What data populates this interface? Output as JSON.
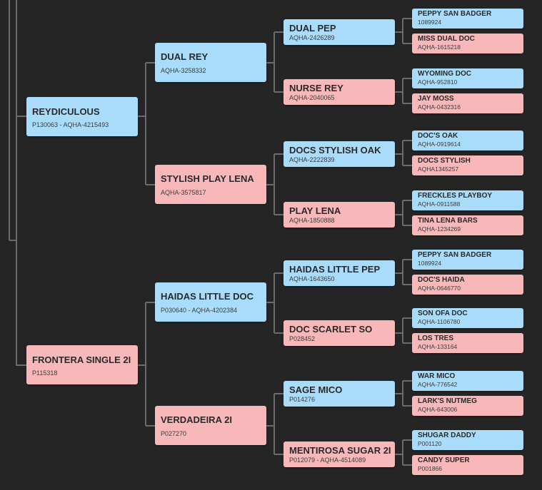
{
  "pedigree": {
    "sire": {
      "name": "REYDICULOUS",
      "reg": "P130063 - AQHA-4215493"
    },
    "dam": {
      "name": "FRONTERA SINGLE 2I",
      "reg": "P115318"
    },
    "sire_sire": {
      "name": "DUAL REY",
      "reg": "AQHA-3258332"
    },
    "sire_dam": {
      "name": "STYLISH PLAY LENA",
      "reg": "AQHA-3575817"
    },
    "dam_sire": {
      "name": "HAIDAS LITTLE DOC",
      "reg": "P030640 - AQHA-4202384"
    },
    "dam_dam": {
      "name": "VERDADEIRA 2I",
      "reg": "P027270"
    },
    "g3": [
      {
        "name": "DUAL PEP",
        "reg": "AQHA-2426289"
      },
      {
        "name": "NURSE REY",
        "reg": "AQHA-2040065"
      },
      {
        "name": "DOCS STYLISH OAK",
        "reg": "AQHA-2222839"
      },
      {
        "name": "PLAY LENA",
        "reg": "AQHA-1850888"
      },
      {
        "name": "HAIDAS LITTLE PEP",
        "reg": "AQHA-1643650"
      },
      {
        "name": "DOC SCARLET SO",
        "reg": "P028452"
      },
      {
        "name": "SAGE MICO",
        "reg": "P014276"
      },
      {
        "name": "MENTIROSA SUGAR 2I",
        "reg": "P012079 - AQHA-4514089"
      }
    ],
    "g4": [
      {
        "name": "PEPPY SAN BADGER",
        "reg": "1089924"
      },
      {
        "name": "MISS DUAL DOC",
        "reg": "AQHA-1615218"
      },
      {
        "name": "WYOMING DOC",
        "reg": "AQHA-952810"
      },
      {
        "name": "JAY MOSS",
        "reg": "AQHA-0432316"
      },
      {
        "name": "DOC'S OAK",
        "reg": "AQHA-0919614"
      },
      {
        "name": "DOCS STYLISH",
        "reg": "AQHA1345257"
      },
      {
        "name": "FRECKLES PLAYBOY",
        "reg": "AQHA-0911588"
      },
      {
        "name": "TINA LENA BARS",
        "reg": "AQHA-1234269"
      },
      {
        "name": "PEPPY SAN BADGER",
        "reg": "1089924"
      },
      {
        "name": "DOC'S HAIDA",
        "reg": "AQHA-0646770"
      },
      {
        "name": "SON OFA DOC",
        "reg": "AQHA-1106780"
      },
      {
        "name": "LOS TRES",
        "reg": "AQHA-133164"
      },
      {
        "name": "WAR MICO",
        "reg": "AQHA-776542"
      },
      {
        "name": "LARK'S NUTMEG",
        "reg": "AQHA-643006"
      },
      {
        "name": "SHUGAR DADDY",
        "reg": "P001120"
      },
      {
        "name": "CANDY SUPER",
        "reg": "P001866"
      }
    ]
  },
  "colors": {
    "background": "#252525",
    "male": "#a9dcfa",
    "female": "#f8b7b9",
    "connector": "#6b6b6b"
  }
}
